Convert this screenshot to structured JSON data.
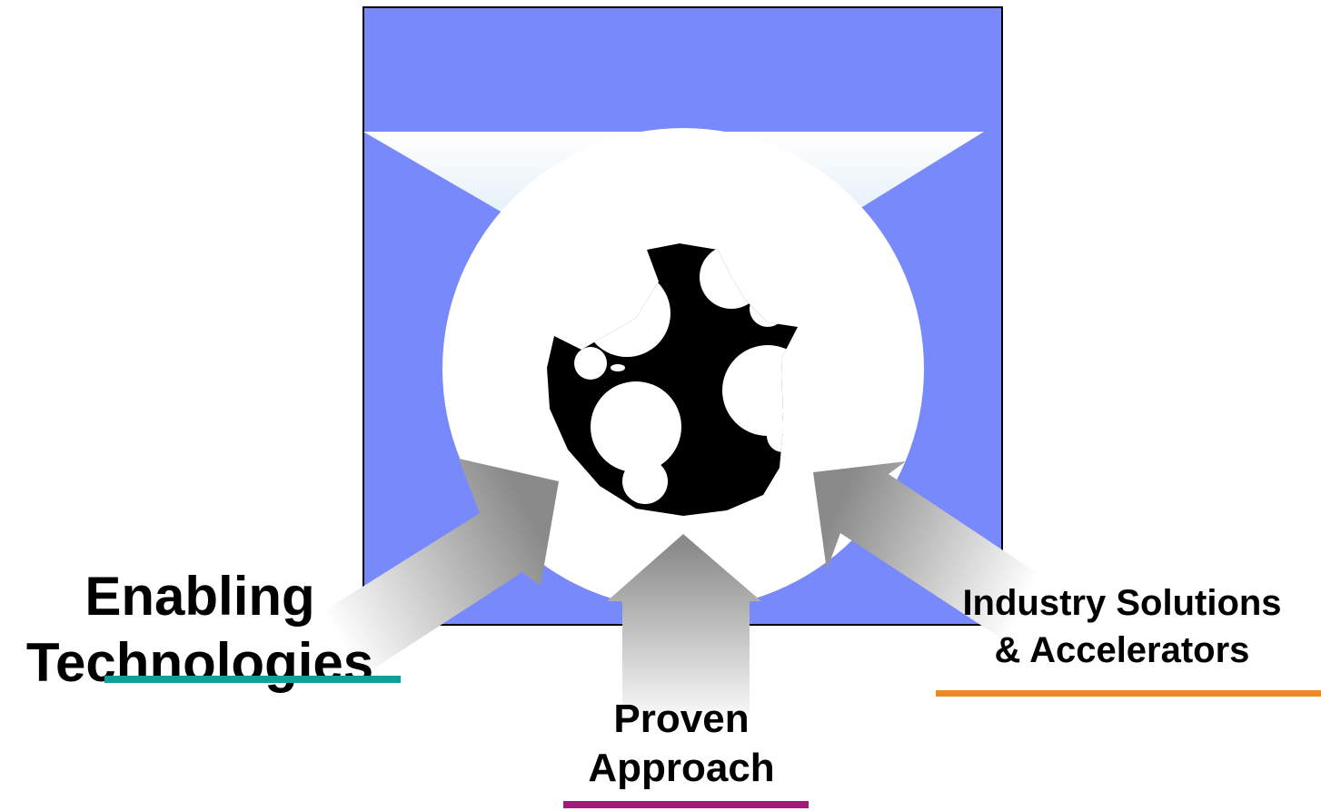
{
  "colors": {
    "panel": "#7889fb",
    "panel_border": "#000000",
    "globe_land": "#000000",
    "circle_fill": "#ffffff",
    "arrow_dark": "#8a8a8a",
    "arrow_light": "#ffffff",
    "accent_enabling": "#10a09a",
    "accent_proven": "#a01c78",
    "accent_industry": "#ef8a22"
  },
  "icons": {
    "globe": "globe-icon"
  },
  "labels": {
    "enabling": {
      "line1": "Enabling",
      "line2": "Technologies"
    },
    "proven": {
      "line1": "Proven",
      "line2": "Approach"
    },
    "industry": {
      "line1": "Industry Solutions",
      "line2": "& Accelerators"
    }
  }
}
